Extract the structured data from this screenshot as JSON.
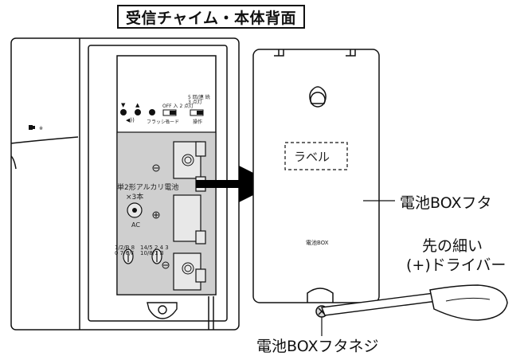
{
  "title": "受信チャイム・本体背面",
  "callouts": {
    "cover": "電池BOXフタ",
    "tool_line1": "先の細い",
    "tool_line2": "(+)ドライバー",
    "screw": "電池BOXフタネジ"
  },
  "cover_label_box": "ラベル",
  "cover_stamp": "電池BOX",
  "battery_text": {
    "line1": "単2形アルカリ電池",
    "line2": "×3本",
    "ac": "AC"
  },
  "switch_labels": {
    "flash": "フラッシュ",
    "mode": "モード",
    "mode_opts": "OFF 入 2 点灯",
    "right_top": "5 回/連 続 3 点灯",
    "right_bottom": "操作"
  },
  "dials": {
    "left": "1/2/B 8 0 7/6/F",
    "right": "14/5 2 4 3 10/8/1 B"
  },
  "colors": {
    "line": "#111111",
    "panel_gray": "#cfcfcf",
    "panel_light": "#e8e8e8",
    "arrow": "#000000"
  }
}
